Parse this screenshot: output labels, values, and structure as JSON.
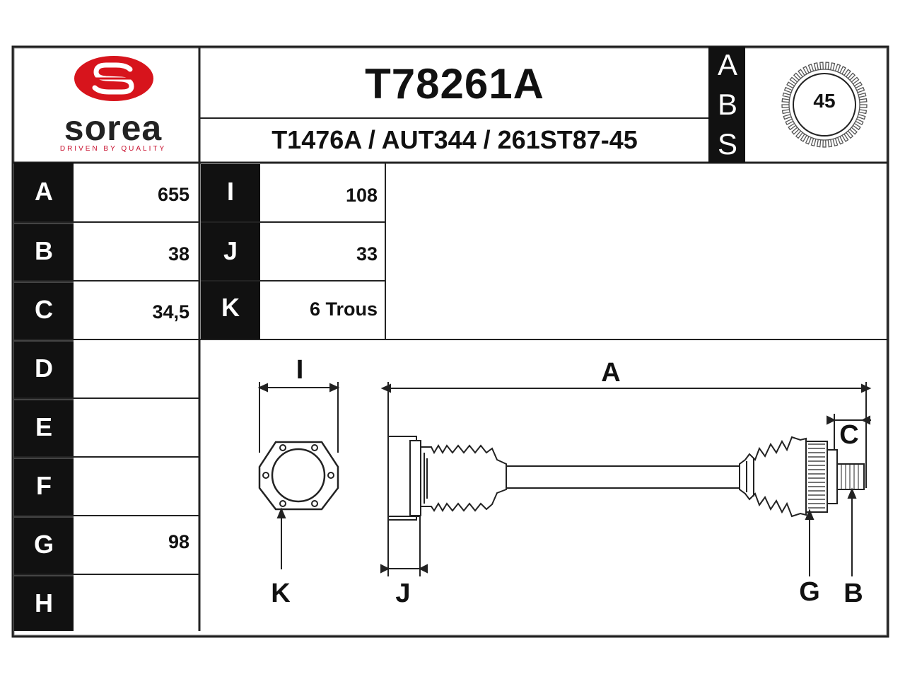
{
  "brand": {
    "name": "sorea",
    "tagline": "DRIVEN BY QUALITY",
    "logo_icon": "sorea-s-logo-icon",
    "color": "#d7141c"
  },
  "header": {
    "part_number": "T78261A",
    "cross_references": "T1476A / AUT344 / 261ST87-45"
  },
  "abs": {
    "letters": [
      "A",
      "B",
      "S"
    ],
    "teeth": "45",
    "icon": "abs-tone-ring-icon"
  },
  "specs_left": [
    {
      "label": "A",
      "value": "655"
    },
    {
      "label": "B",
      "value": "38"
    },
    {
      "label": "C",
      "value": "34,5"
    },
    {
      "label": "D",
      "value": ""
    },
    {
      "label": "E",
      "value": ""
    },
    {
      "label": "F",
      "value": ""
    },
    {
      "label": "G",
      "value": "98"
    },
    {
      "label": "H",
      "value": ""
    }
  ],
  "specs_right": [
    {
      "label": "I",
      "value": "108"
    },
    {
      "label": "J",
      "value": "33"
    },
    {
      "label": "K",
      "value": "6 Trous"
    }
  ],
  "diagram": {
    "icon": "drive-shaft-diagram-icon",
    "labels": {
      "I": "I",
      "A": "A",
      "C": "C",
      "K": "K",
      "J": "J",
      "G": "G",
      "B": "B"
    }
  }
}
